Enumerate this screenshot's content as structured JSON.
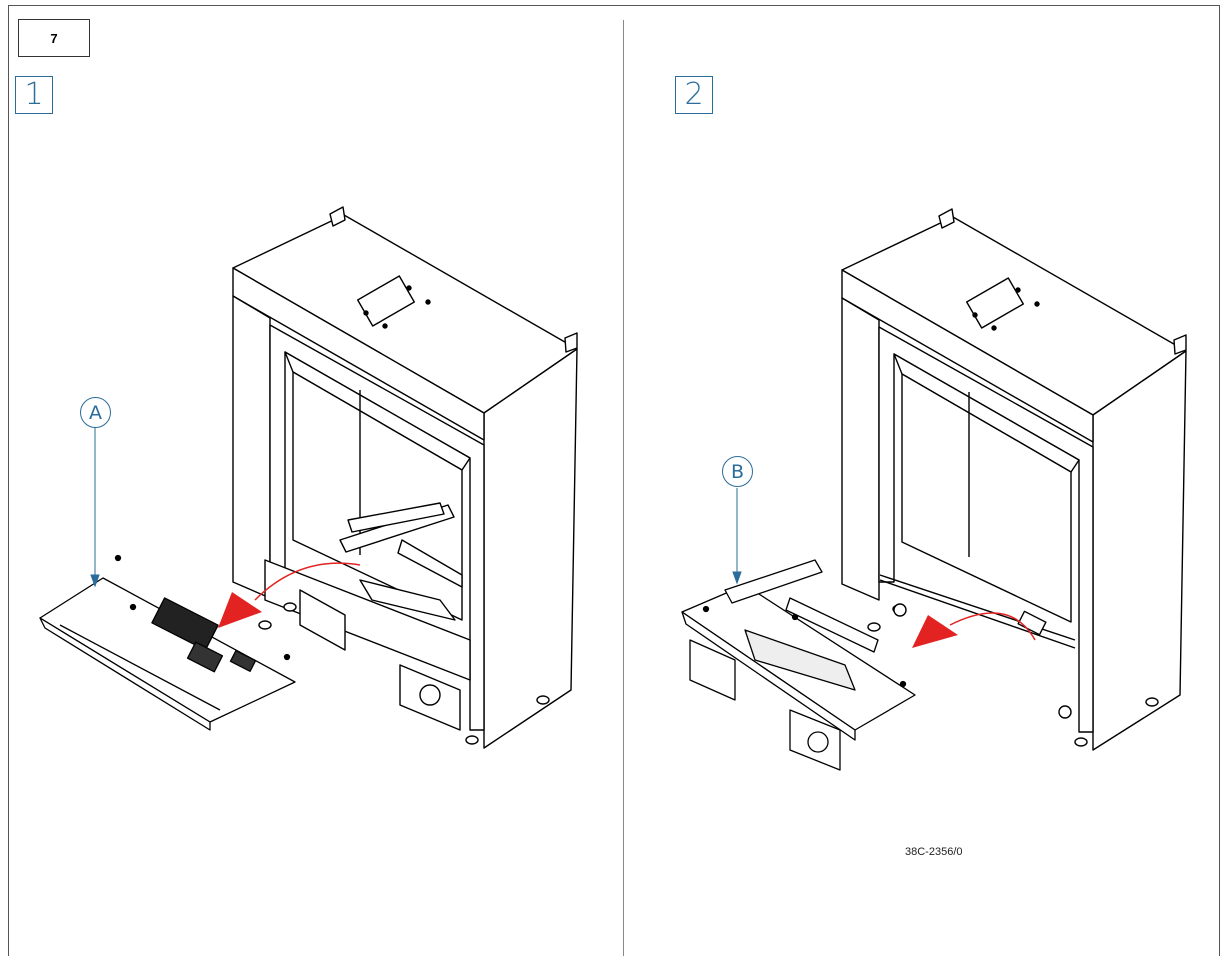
{
  "page_number": "7",
  "steps": [
    {
      "number": "1",
      "callout": "A"
    },
    {
      "number": "2",
      "callout": "B"
    }
  ],
  "document_code": "38C-2356/0",
  "colors": {
    "accent": "#2a6c9a",
    "arrow": "#e32222",
    "line": "#000000"
  }
}
